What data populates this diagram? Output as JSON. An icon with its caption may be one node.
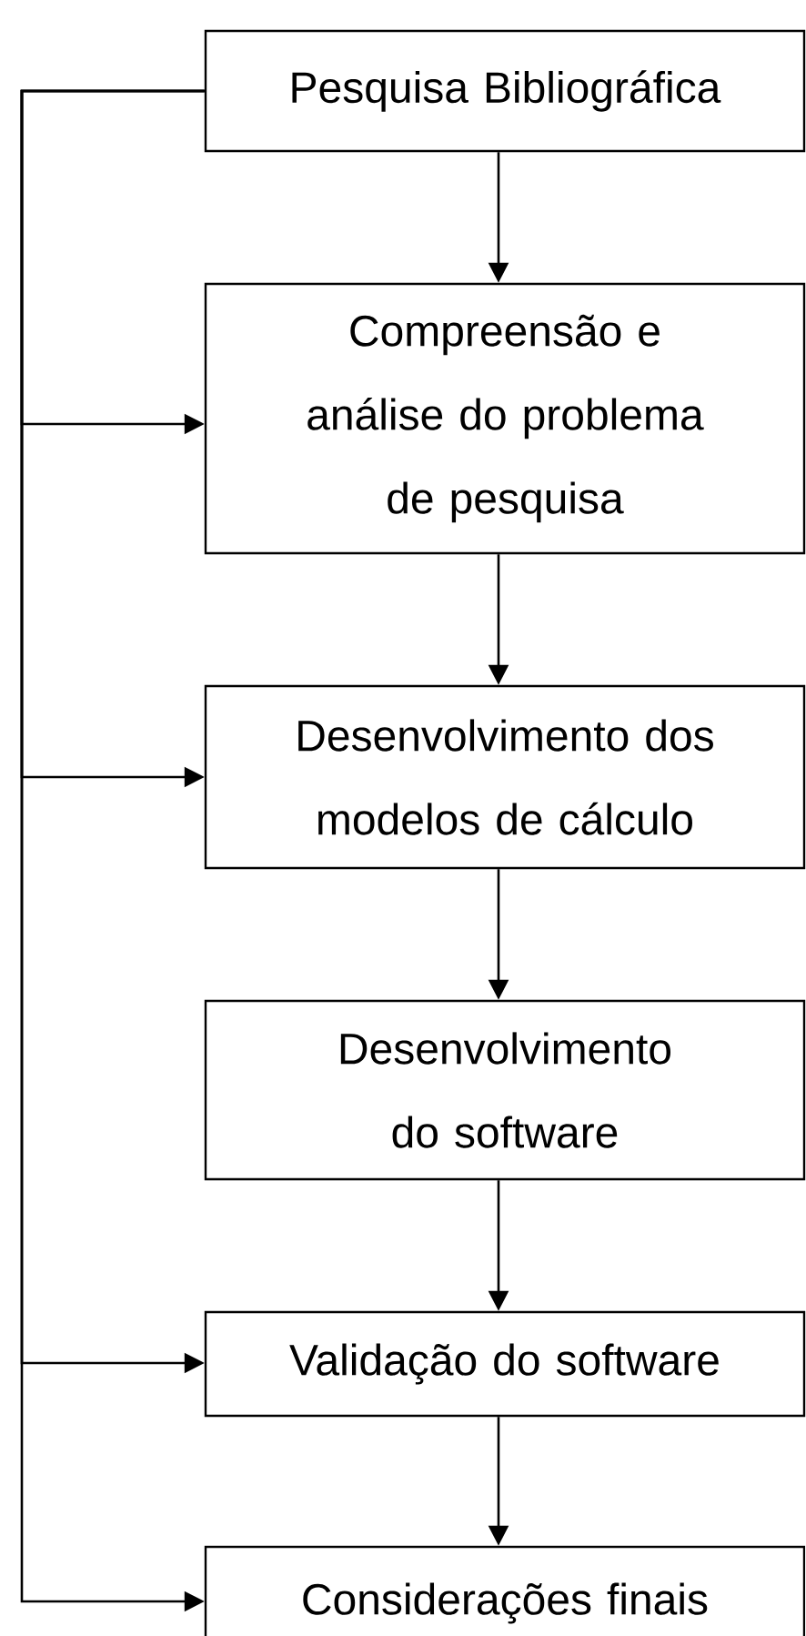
{
  "diagram": {
    "nodes": [
      {
        "text": [
          "Pesquisa Bibliográfica"
        ]
      },
      {
        "text": [
          "Compreensão e análise do problema de pesquisa"
        ]
      },
      {
        "text": [
          "Desenvolvimento dos modelos de cálculo"
        ]
      },
      {
        "text": [
          "Desenvolvimento do software"
        ]
      },
      {
        "text": [
          "Validação do software"
        ]
      },
      {
        "text": [
          "Considerações finais"
        ]
      }
    ],
    "edges": [
      {
        "from": 0,
        "to": 1,
        "arrow": "to"
      },
      {
        "from": 1,
        "to": 2,
        "arrow": "to"
      },
      {
        "from": 2,
        "to": 3,
        "arrow": "to"
      },
      {
        "from": 3,
        "to": 4,
        "arrow": "to"
      },
      {
        "from": 4,
        "to": 5,
        "arrow": "to"
      },
      {
        "from": 0,
        "to": 1,
        "arrow": "to"
      },
      {
        "from": 0,
        "to": 2,
        "arrow": "to"
      },
      {
        "from": 0,
        "to": 4,
        "arrow": "to"
      },
      {
        "from": 0,
        "to": 5,
        "arrow": "to"
      }
    ]
  }
}
